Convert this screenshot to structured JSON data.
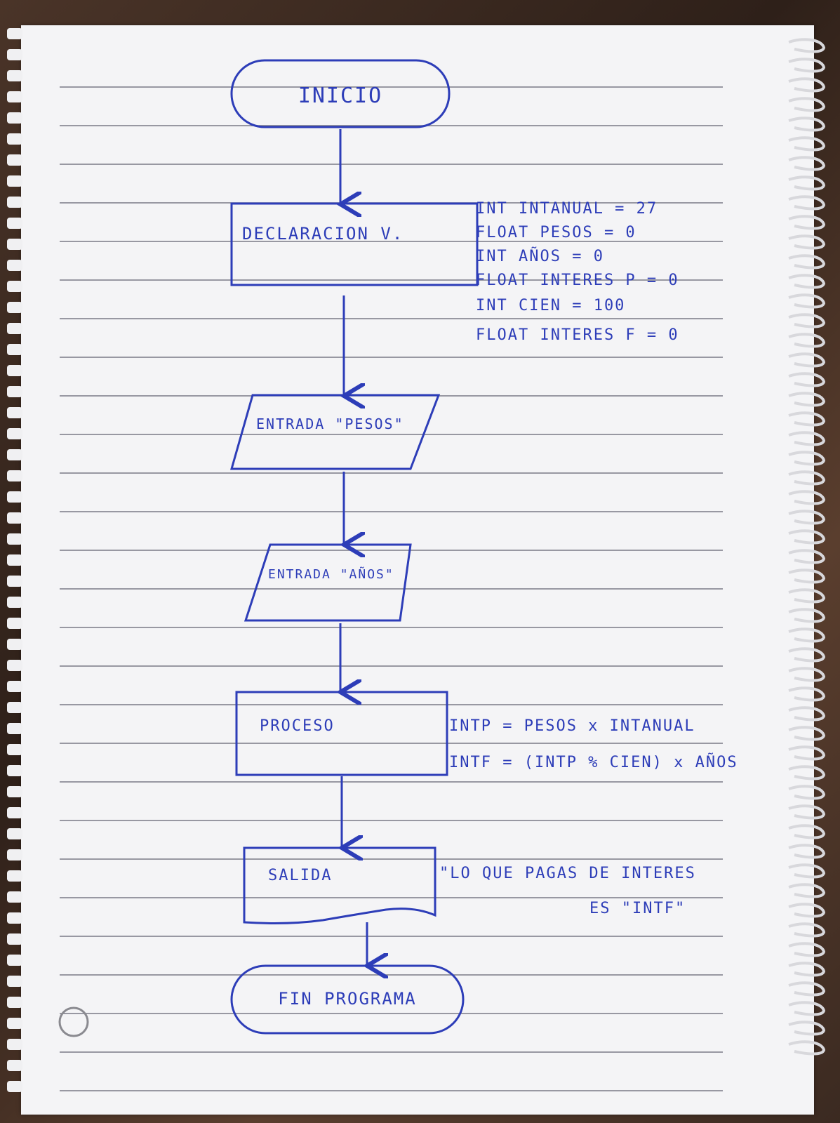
{
  "flowchart": {
    "start_label": "INICIO",
    "declaration_label": "DECLARACION V.",
    "declarations": [
      "INT INTANUAL = 27",
      "FLOAT PESOS = 0",
      "INT AÑOS = 0",
      "FLOAT INTERES P = 0",
      "INT CIEN = 100",
      "FLOAT INTERES F = 0"
    ],
    "input_pesos_label": "ENTRADA \"PESOS\"",
    "input_anos_label": "ENTRADA \"AÑOS\"",
    "process_label": "PROCESO",
    "process_formulas": [
      "INTP = PESOS x INTANUAL",
      "INTF = (INTP % CIEN) x AÑOS"
    ],
    "output_label": "SALIDA",
    "output_message": [
      "\"LO QUE PAGAS DE INTERES",
      "ES \"INTF\""
    ],
    "end_label": "FIN PROGRAMA"
  },
  "colors": {
    "ink": "#2d3db8",
    "paper": "#f4f4f6",
    "ruled_line": "#7a7a86"
  }
}
